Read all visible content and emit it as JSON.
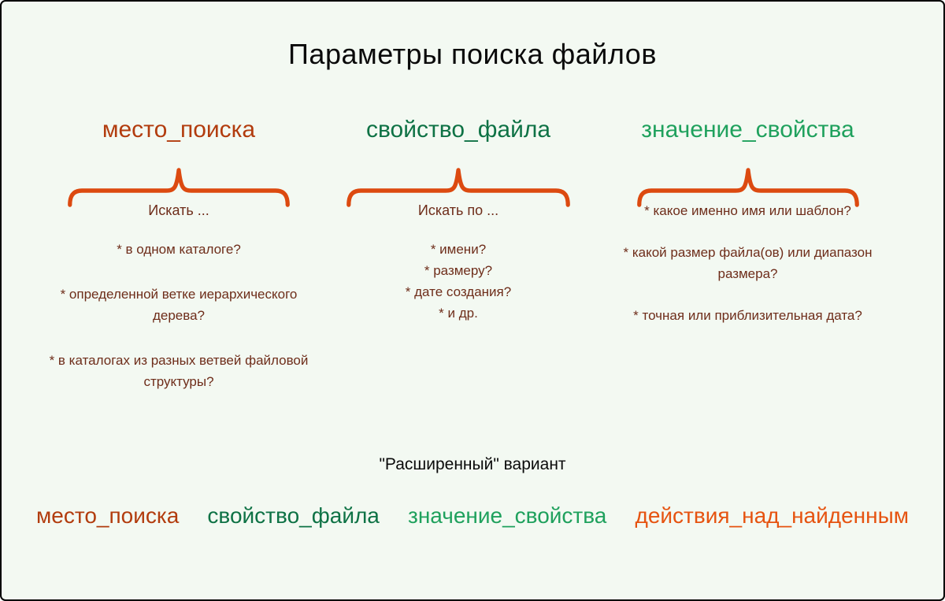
{
  "title": "Параметры поиска файлов",
  "colors": {
    "background": "#f3f9f2",
    "border": "#000000",
    "brace": "#dc4a10",
    "body_text": "#6e2d1a",
    "accent_red": "#b23c0e",
    "accent_dark_green": "#0e7245",
    "accent_bright_green": "#1fa15d",
    "accent_orange": "#e65310"
  },
  "columns": [
    {
      "header": "место_поиска",
      "header_color": "#b23c0e",
      "lead": "Искать ...",
      "items": [
        "* в одном каталоге?",
        "* определенной ветке иерархического дерева?",
        "* в каталогах из разных ветвей файловой структуры?"
      ]
    },
    {
      "header": "свойство_файла",
      "header_color": "#0e7245",
      "lead": "Искать по ...",
      "items": [
        "* имени?",
        "* размеру?",
        "* дате создания?",
        "* и др."
      ]
    },
    {
      "header": "значение_свойства",
      "header_color": "#1fa15d",
      "items": [
        "* какое именно имя или шаблон?",
        "* какой размер файла(ов) или диапазон размера?",
        "* точная или приблизительная дата?"
      ]
    }
  ],
  "footer": {
    "caption": "\"Расширенный\" вариант",
    "terms": [
      {
        "label": "место_поиска",
        "color": "#b23c0e"
      },
      {
        "label": "свойство_файла",
        "color": "#0e7245"
      },
      {
        "label": "значение_свойства",
        "color": "#1fa15d"
      },
      {
        "label": "действия_над_найденным",
        "color": "#e65310"
      }
    ]
  }
}
